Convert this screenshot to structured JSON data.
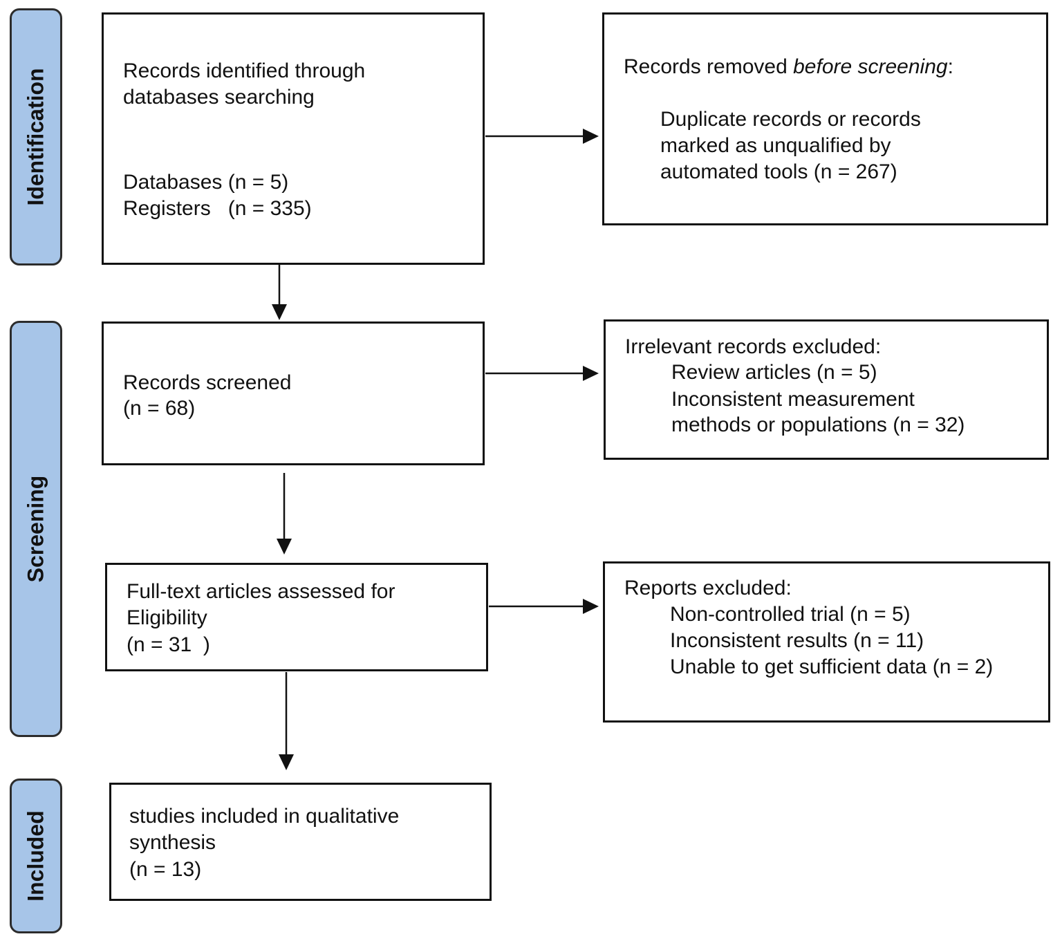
{
  "stages": {
    "identification": "Identification",
    "screening": "Screening",
    "included": "Included"
  },
  "records_identified": {
    "line1": "Records identified through",
    "line2": "databases searching",
    "databases": "Databases (n = 5)",
    "registers": "Registers   (n = 335)"
  },
  "records_removed": {
    "prefix": "Records removed ",
    "emphasis": "before screening",
    "suffix": ":",
    "line1": "Duplicate records or records",
    "line2": "marked as unqualified by",
    "line3": "automated tools (n = 267)"
  },
  "records_screened": {
    "line1": "Records screened",
    "line2": "(n = 68)"
  },
  "irrelevant_excluded": {
    "title": "Irrelevant records excluded:",
    "line1": "Review articles (n = 5)",
    "line2": "Inconsistent measurement",
    "line3": "methods or populations (n = 32)"
  },
  "fulltext_assessed": {
    "line1": "Full-text articles assessed for",
    "line2": "Eligibility",
    "line3": "(n = 31  )"
  },
  "reports_excluded": {
    "title": "Reports excluded:",
    "line1": "Non-controlled trial (n = 5)",
    "line2": "Inconsistent results (n = 11)",
    "line3": "Unable to get sufficient data (n = 2)"
  },
  "studies_included": {
    "line1": "studies included in qualitative",
    "line2": "synthesis",
    "line3": "(n = 13)"
  },
  "colors": {
    "stage_fill": "#a7c5e8",
    "stroke": "#111111"
  }
}
